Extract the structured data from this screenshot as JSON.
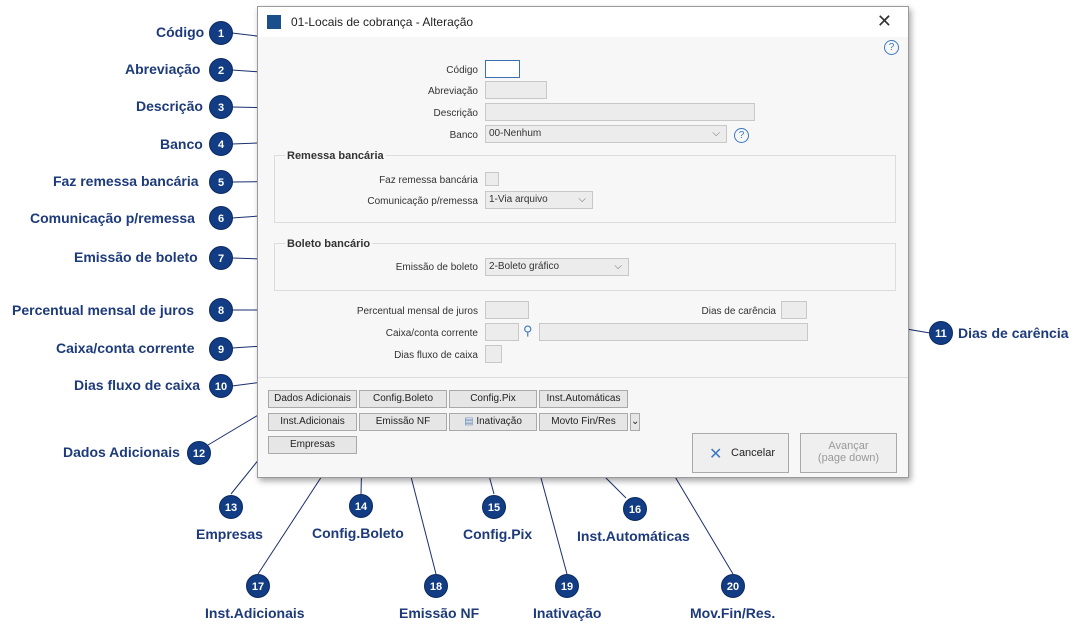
{
  "window": {
    "title": "01-Locais de cobrança - Alteração",
    "close": "✕",
    "help": "?"
  },
  "form": {
    "codigo": {
      "label": "Código",
      "value": ""
    },
    "abreviacao": {
      "label": "Abreviação",
      "value": ""
    },
    "descricao": {
      "label": "Descrição",
      "value": ""
    },
    "banco": {
      "label": "Banco",
      "value": "00-Nenhum"
    },
    "remessa": {
      "title": "Remessa bancária",
      "faz_label": "Faz remessa bancária",
      "comunicacao_label": "Comunicação p/remessa",
      "comunicacao_value": "1-Via arquivo"
    },
    "boleto": {
      "title": "Boleto bancário",
      "emissao_label": "Emissão de boleto",
      "emissao_value": "2-Boleto gráfico"
    },
    "juros": {
      "label": "Percentual mensal de juros",
      "value": ""
    },
    "carencia": {
      "label": "Dias de carência",
      "value": ""
    },
    "caixa": {
      "label": "Caixa/conta corrente",
      "value": ""
    },
    "fluxo": {
      "label": "Dias fluxo de caixa",
      "value": ""
    }
  },
  "buttons": {
    "dados_adicionais": "Dados Adicionais",
    "config_boleto": "Config.Boleto",
    "config_pix": "Config.Pix",
    "inst_automaticas": "Inst.Automáticas",
    "inst_adicionais": "Inst.Adicionais",
    "emissao_nf": "Emissão NF",
    "inativacao": "Inativação",
    "movto_fin_res": "Movto Fin/Res",
    "empresas": "Empresas",
    "cancelar": "Cancelar",
    "avancar": "Avançar",
    "avancar_sub": "(page down)"
  },
  "callouts": [
    {
      "n": "1",
      "title": "Código"
    },
    {
      "n": "2",
      "title": "Abreviação"
    },
    {
      "n": "3",
      "title": "Descrição"
    },
    {
      "n": "4",
      "title": "Banco"
    },
    {
      "n": "5",
      "title": "Faz remessa bancária"
    },
    {
      "n": "6",
      "title": "Comunicação p/remessa"
    },
    {
      "n": "7",
      "title": "Emissão de boleto"
    },
    {
      "n": "8",
      "title": "Percentual mensal de juros"
    },
    {
      "n": "9",
      "title": "Caixa/conta corrente"
    },
    {
      "n": "10",
      "title": "Dias fluxo de caixa"
    },
    {
      "n": "11",
      "title": "Dias de carência"
    },
    {
      "n": "12",
      "title": "Dados Adicionais"
    },
    {
      "n": "13",
      "title": "Empresas"
    },
    {
      "n": "14",
      "title": "Config.Boleto"
    },
    {
      "n": "15",
      "title": "Config.Pix"
    },
    {
      "n": "16",
      "title": "Inst.Automáticas"
    },
    {
      "n": "17",
      "title": "Inst.Adicionais"
    },
    {
      "n": "18",
      "title": "Emissão NF"
    },
    {
      "n": "19",
      "title": "Inativação"
    },
    {
      "n": "20",
      "title": "Mov.Fin/Res."
    }
  ],
  "colors": {
    "badge": "#123c84",
    "callout_text": "#1d3a7a",
    "line": "#1a2f6f"
  }
}
